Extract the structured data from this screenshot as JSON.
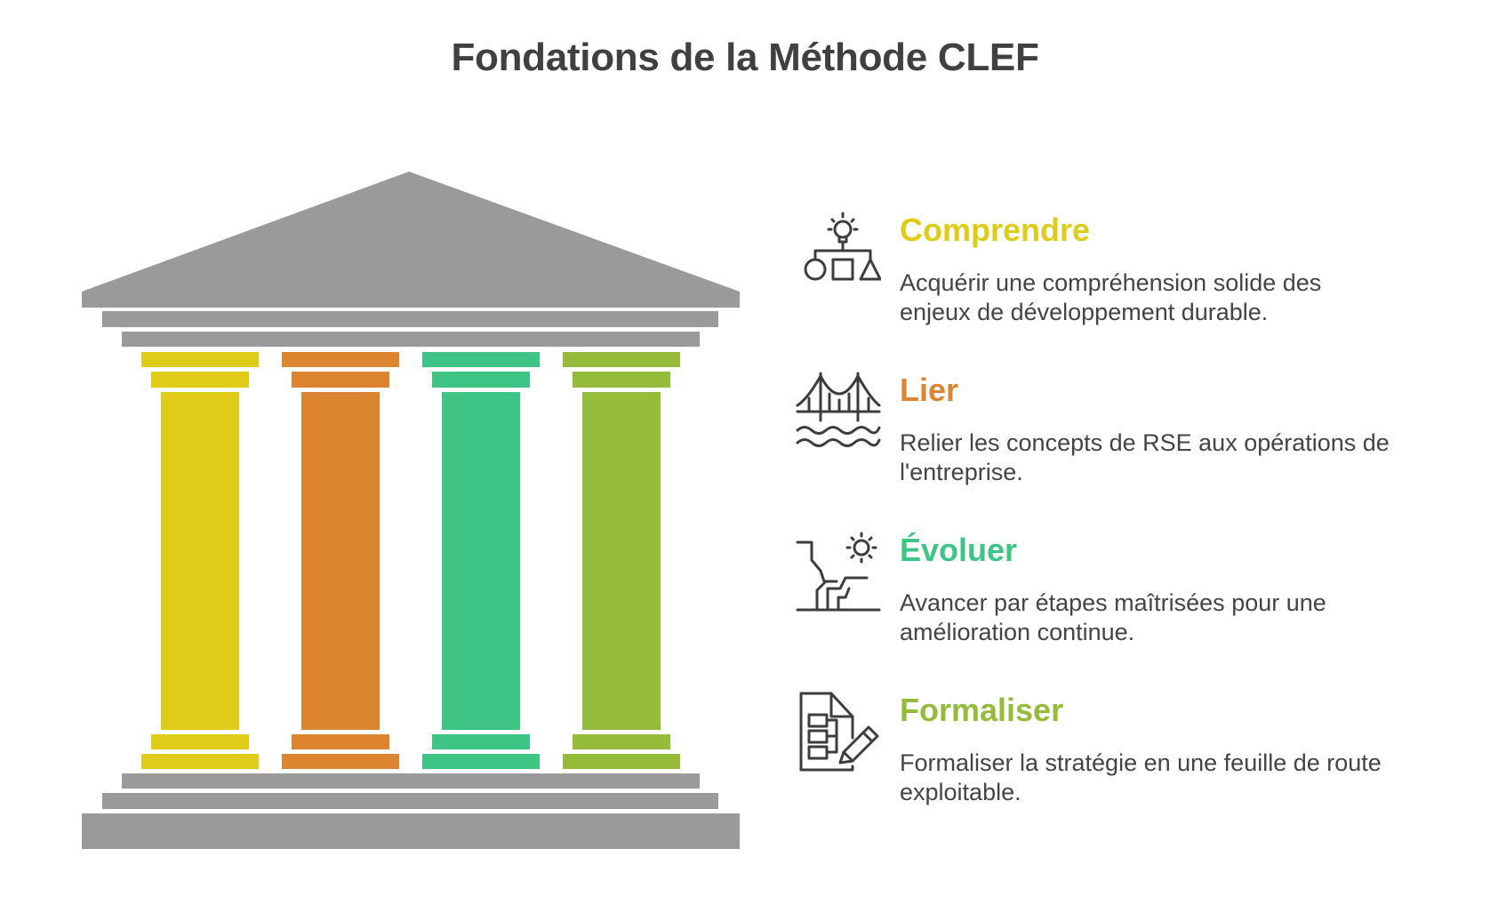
{
  "title": "Fondations de la Méthode CLEF",
  "colors": {
    "stone": "#9a9a9a",
    "yellow": "#dfcc19",
    "orange": "#dd8431",
    "teal": "#3ec585",
    "green": "#94bc3a",
    "text": "#444444",
    "icon": "#3d3d3d"
  },
  "pillars": [
    {
      "name": "Comprendre",
      "color": "#dfcc19"
    },
    {
      "name": "Lier",
      "color": "#dd8431"
    },
    {
      "name": "Évoluer",
      "color": "#3ec585"
    },
    {
      "name": "Formaliser",
      "color": "#94bc3a"
    }
  ],
  "items": [
    {
      "heading": "Comprendre",
      "description": "Acquérir une compréhension solide des enjeux de développement durable.",
      "color": "#dfcc19",
      "icon": "lightbulb-shapes-icon"
    },
    {
      "heading": "Lier",
      "description": "Relier les concepts de RSE aux opérations de l'entreprise.",
      "color": "#dd8431",
      "icon": "bridge-icon"
    },
    {
      "heading": "Évoluer",
      "description": "Avancer par étapes maîtrisées pour une amélioration continue.",
      "color": "#3ec585",
      "icon": "cliff-sun-icon"
    },
    {
      "heading": "Formaliser",
      "description": "Formaliser la stratégie en une feuille de route exploitable.",
      "color": "#94bc3a",
      "icon": "document-pencil-icon"
    }
  ]
}
